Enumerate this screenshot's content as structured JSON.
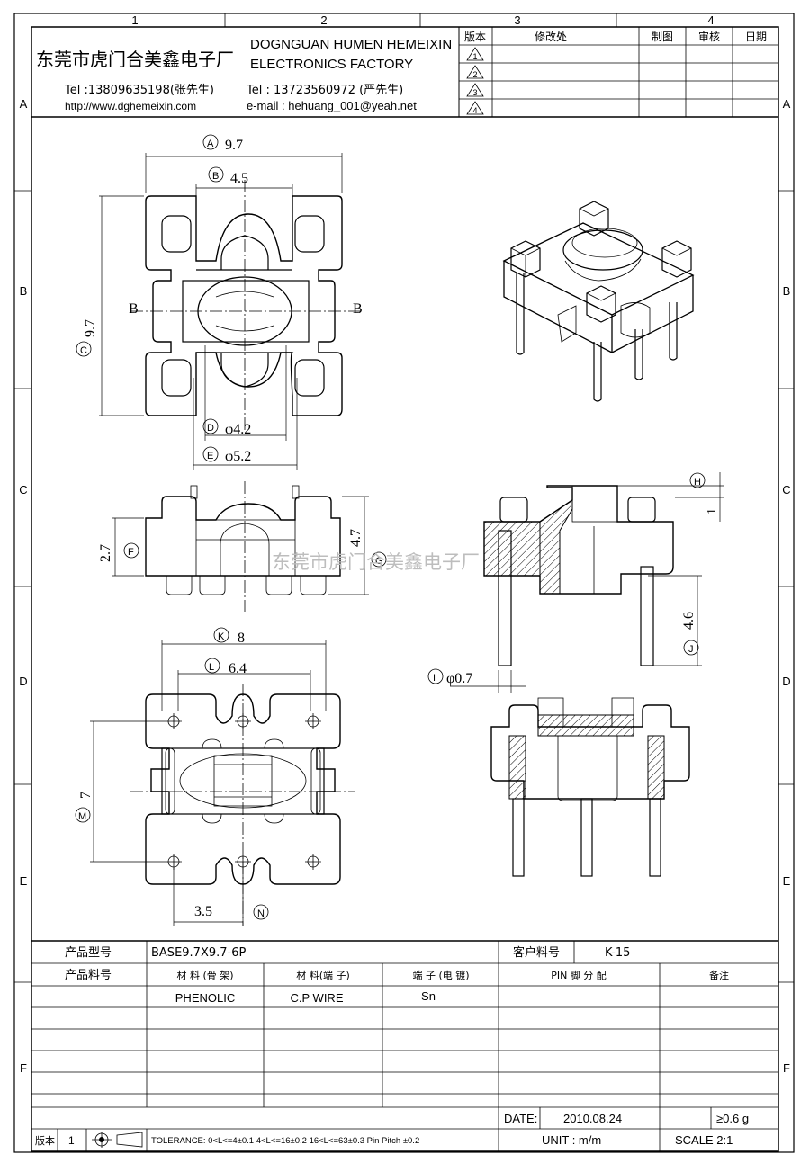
{
  "grid": {
    "columns": [
      "1",
      "2",
      "3",
      "4"
    ],
    "rows": [
      "A",
      "B",
      "C",
      "D",
      "E",
      "F"
    ]
  },
  "header": {
    "company_cn": "东莞市虎门合美鑫电子厂",
    "company_en_1": "DOGNGUAN HUMEN HEMEIXIN",
    "company_en_2": "ELECTRONICS FACTORY",
    "tel_1": "Tel :13809635198(张先生)",
    "tel_2": "Tel : 13723560972 (严先生)",
    "website": "http://www.dghemeixin.com",
    "email": "e-mail : hehuang_001@yeah.net"
  },
  "revision_table": {
    "headers": [
      "版本",
      "修改处",
      "制图",
      "审核",
      "日期"
    ],
    "rows": [
      "1",
      "2",
      "3",
      "4"
    ]
  },
  "dimensions": {
    "A": "9.7",
    "B": "4.5",
    "C": "9.7",
    "D": "φ4.2",
    "E": "φ5.2",
    "F": "2.7",
    "G": "4.7",
    "H": "1",
    "I": "φ0.7",
    "J": "4.6",
    "K": "8",
    "L": "6.4",
    "M": "7",
    "N": "3.5"
  },
  "section_label": "B",
  "watermark": "东莞市虎门合美鑫电子厂",
  "title_block": {
    "product_model_label": "产品型号",
    "product_model": "BASE9.7X9.7-6P",
    "customer_no_label": "客户料号",
    "customer_no": "K-15",
    "product_no_label": "产品料号",
    "material_bobbin_label": "材 料 (骨 架)",
    "material_pin_label": "材 料(端 子)",
    "plating_label": "端 子 (电 镀)",
    "pin_assign_label": "PIN 脚 分 配",
    "remark_label": "备注",
    "material_bobbin": "PHENOLIC",
    "material_pin": "C.P WIRE",
    "plating": "Sn",
    "date_label": "DATE:",
    "date": "2010.08.24",
    "weight": "≥0.6 g",
    "version_label": "版本",
    "version": "1",
    "tolerance": "TOLERANCE:  0<L<=4±0.1  4<L<=16±0.2  16<L<=63±0.3  Pin Pitch  ±0.2",
    "unit": "UNIT : m/m",
    "scale": "SCALE   2:1"
  }
}
